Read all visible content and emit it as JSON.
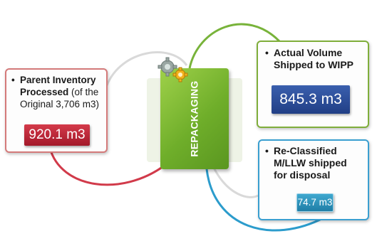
{
  "center": {
    "label": "REPACKAGING"
  },
  "left_box": {
    "bullet": "•",
    "line1": "Parent Inventory",
    "line2a": "Processed",
    "line2b": " (of the",
    "line3": "Original 3,706 m3)",
    "value": "920.1 m3"
  },
  "top_box": {
    "bullet": "•",
    "line1": "Actual Volume",
    "line2": "Shipped to WIPP",
    "value": "845.3 m3"
  },
  "bottom_box": {
    "bullet": "•",
    "line1": "Re-Classified",
    "line2": "M/LLW shipped",
    "line3": "for disposal",
    "value": "74.7 m3"
  },
  "colors": {
    "red_accent": "#c42a3a",
    "green_accent": "#7fae3a",
    "blue_accent": "#2c4d98",
    "teal_accent": "#2b90bb"
  },
  "icons": [
    "gears-icon"
  ]
}
